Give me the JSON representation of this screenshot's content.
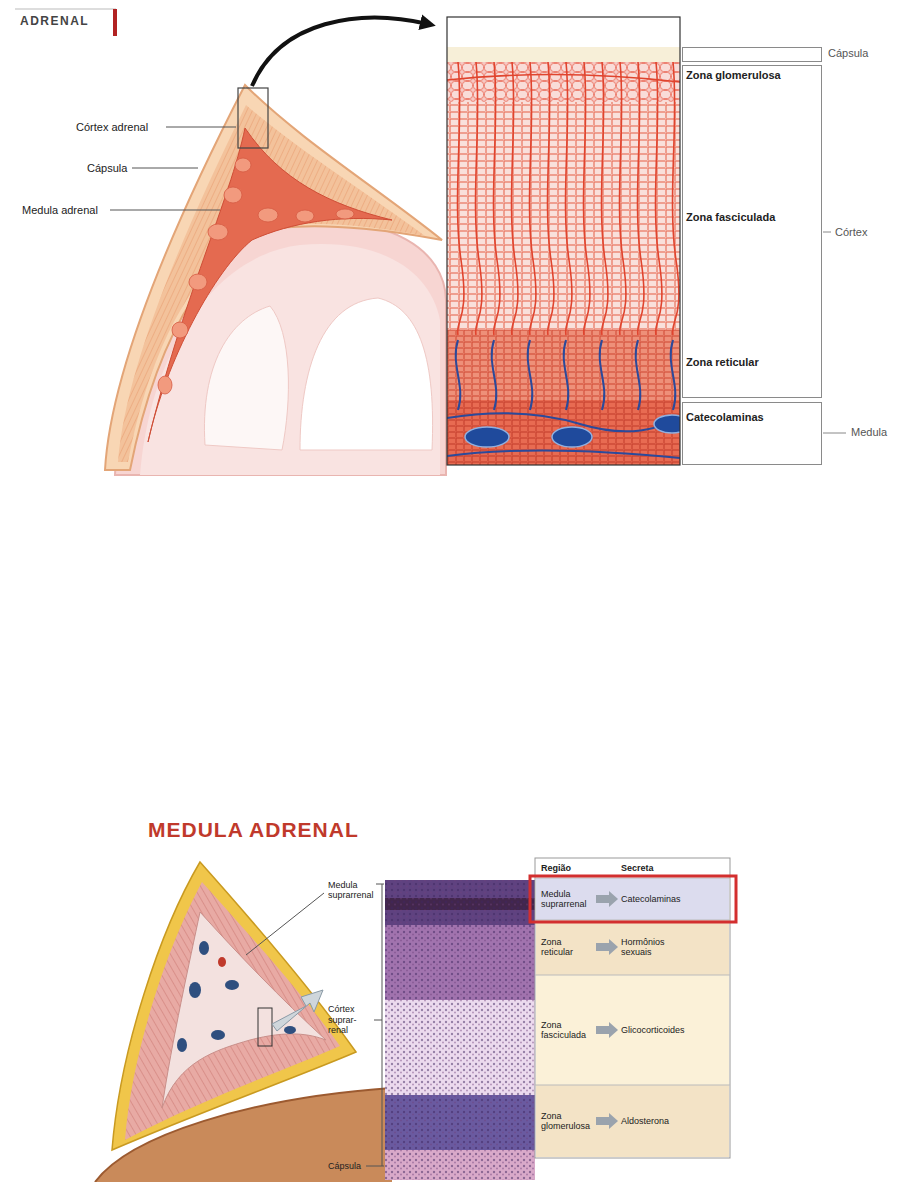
{
  "diagram": {
    "title": "ADRENAL",
    "nodes": [
      {
        "text": [
          "Cápsula"
        ]
      },
      {
        "text": [
          "Zona glomerulosa",
          "Zona fasciculada",
          "Zona reticular",
          "Córtex"
        ]
      },
      {
        "text": [
          "Catecolaminas",
          "Medula"
        ]
      }
    ],
    "labels": [
      "Córtex adrenal",
      "Cápsula",
      "Medula adrenal",
      "MEDULA ADRENAL",
      "Medula suprarrenal",
      "Córtex suprar- renal",
      "Cápsula",
      "Região",
      "Secreta",
      "Medula suprarrenal",
      "Catecolaminas",
      "Zona reticular",
      "Hormônios sexuais",
      "Zona fasciculada",
      "Glicocorticoides",
      "Zona glomerulosa",
      "Aldosterona"
    ]
  }
}
